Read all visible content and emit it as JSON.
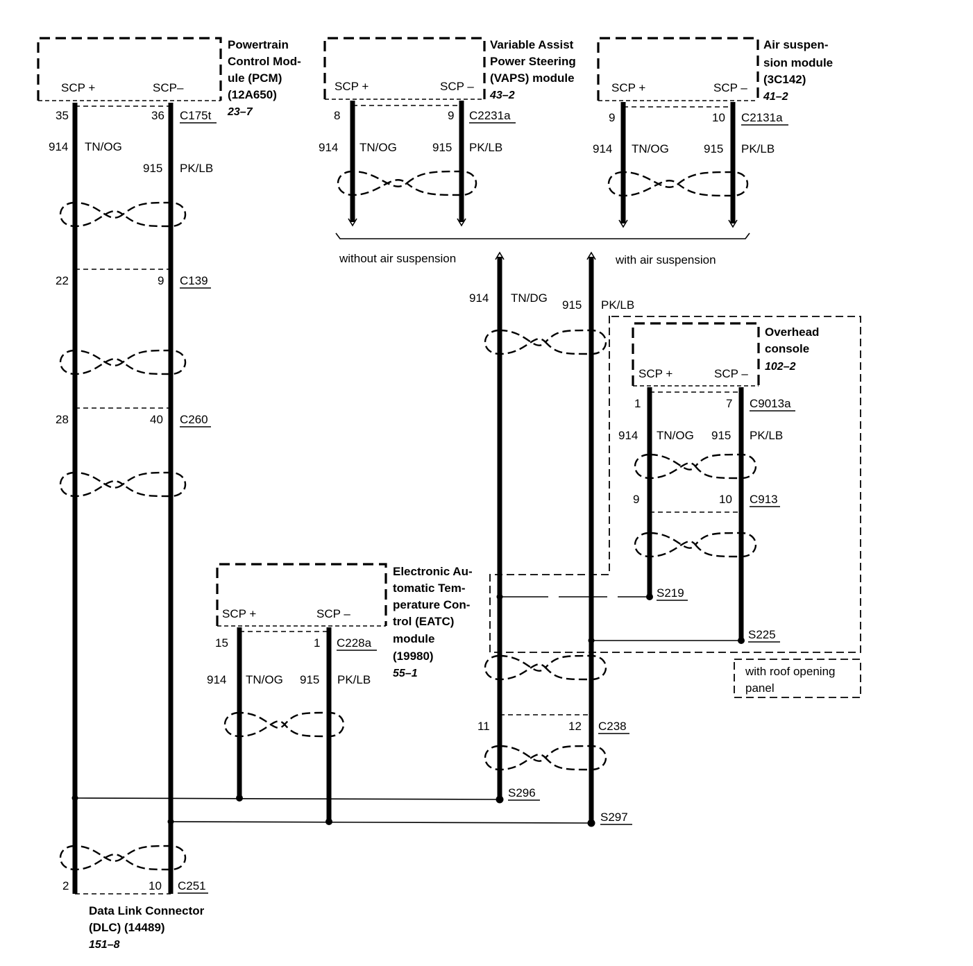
{
  "modules": {
    "pcm": {
      "name": [
        "Powertrain",
        "Control Mod-",
        "ule (PCM)",
        "(12A650)"
      ],
      "ref": "23–7",
      "pin_plus": "SCP +",
      "pin_minus": "SCP–"
    },
    "vaps": {
      "name": [
        "Variable Assist",
        "Power Steering",
        "(VAPS) module"
      ],
      "ref": "43–2",
      "pin_plus": "SCP +",
      "pin_minus": "SCP –"
    },
    "air": {
      "name": [
        "Air suspen-",
        "sion module",
        "(3C142)"
      ],
      "ref": "41–2",
      "pin_plus": "SCP +",
      "pin_minus": "SCP –"
    },
    "overhead": {
      "name": [
        "Overhead",
        "console"
      ],
      "ref": "102–2",
      "pin_plus": "SCP +",
      "pin_minus": "SCP –"
    },
    "eatc": {
      "name": [
        "Electronic Au-",
        "tomatic Tem-",
        "perature Con-",
        "trol (EATC)",
        "module",
        "(19980)"
      ],
      "ref": "55–1",
      "pin_plus": "SCP +",
      "pin_minus": "SCP –"
    },
    "dlc": {
      "name": [
        "Data Link Connector",
        "(DLC) (14489)"
      ],
      "ref": "151–8"
    }
  },
  "connectors": {
    "c175t": {
      "id": "C175t",
      "pin_a": "35",
      "pin_b": "36"
    },
    "c139": {
      "id": "C139",
      "pin_a": "22",
      "pin_b": "9"
    },
    "c260": {
      "id": "C260",
      "pin_a": "28",
      "pin_b": "40"
    },
    "c251": {
      "id": "C251",
      "pin_a": "2",
      "pin_b": "10"
    },
    "c2231a": {
      "id": "C2231a",
      "pin_a": "8",
      "pin_b": "9"
    },
    "c2131a": {
      "id": "C2131a",
      "pin_a": "9",
      "pin_b": "10"
    },
    "c9013a": {
      "id": "C9013a",
      "pin_a": "1",
      "pin_b": "7"
    },
    "c913": {
      "id": "C913",
      "pin_a": "9",
      "pin_b": "10"
    },
    "c228a": {
      "id": "C228a",
      "pin_a": "15",
      "pin_b": "1"
    },
    "c238": {
      "id": "C238",
      "pin_a": "11",
      "pin_b": "12"
    }
  },
  "wires": {
    "plus_num": "914",
    "minus_num": "915",
    "plus_color": "TN/OG",
    "plus_color_trunk": "TN/DG",
    "minus_color": "PK/LB"
  },
  "splices": {
    "s219": "S219",
    "s225": "S225",
    "s296": "S296",
    "s297": "S297"
  },
  "notes": {
    "without_air": "without air suspension",
    "with_air": "with air suspension",
    "roof": [
      "with roof opening",
      "panel"
    ]
  }
}
